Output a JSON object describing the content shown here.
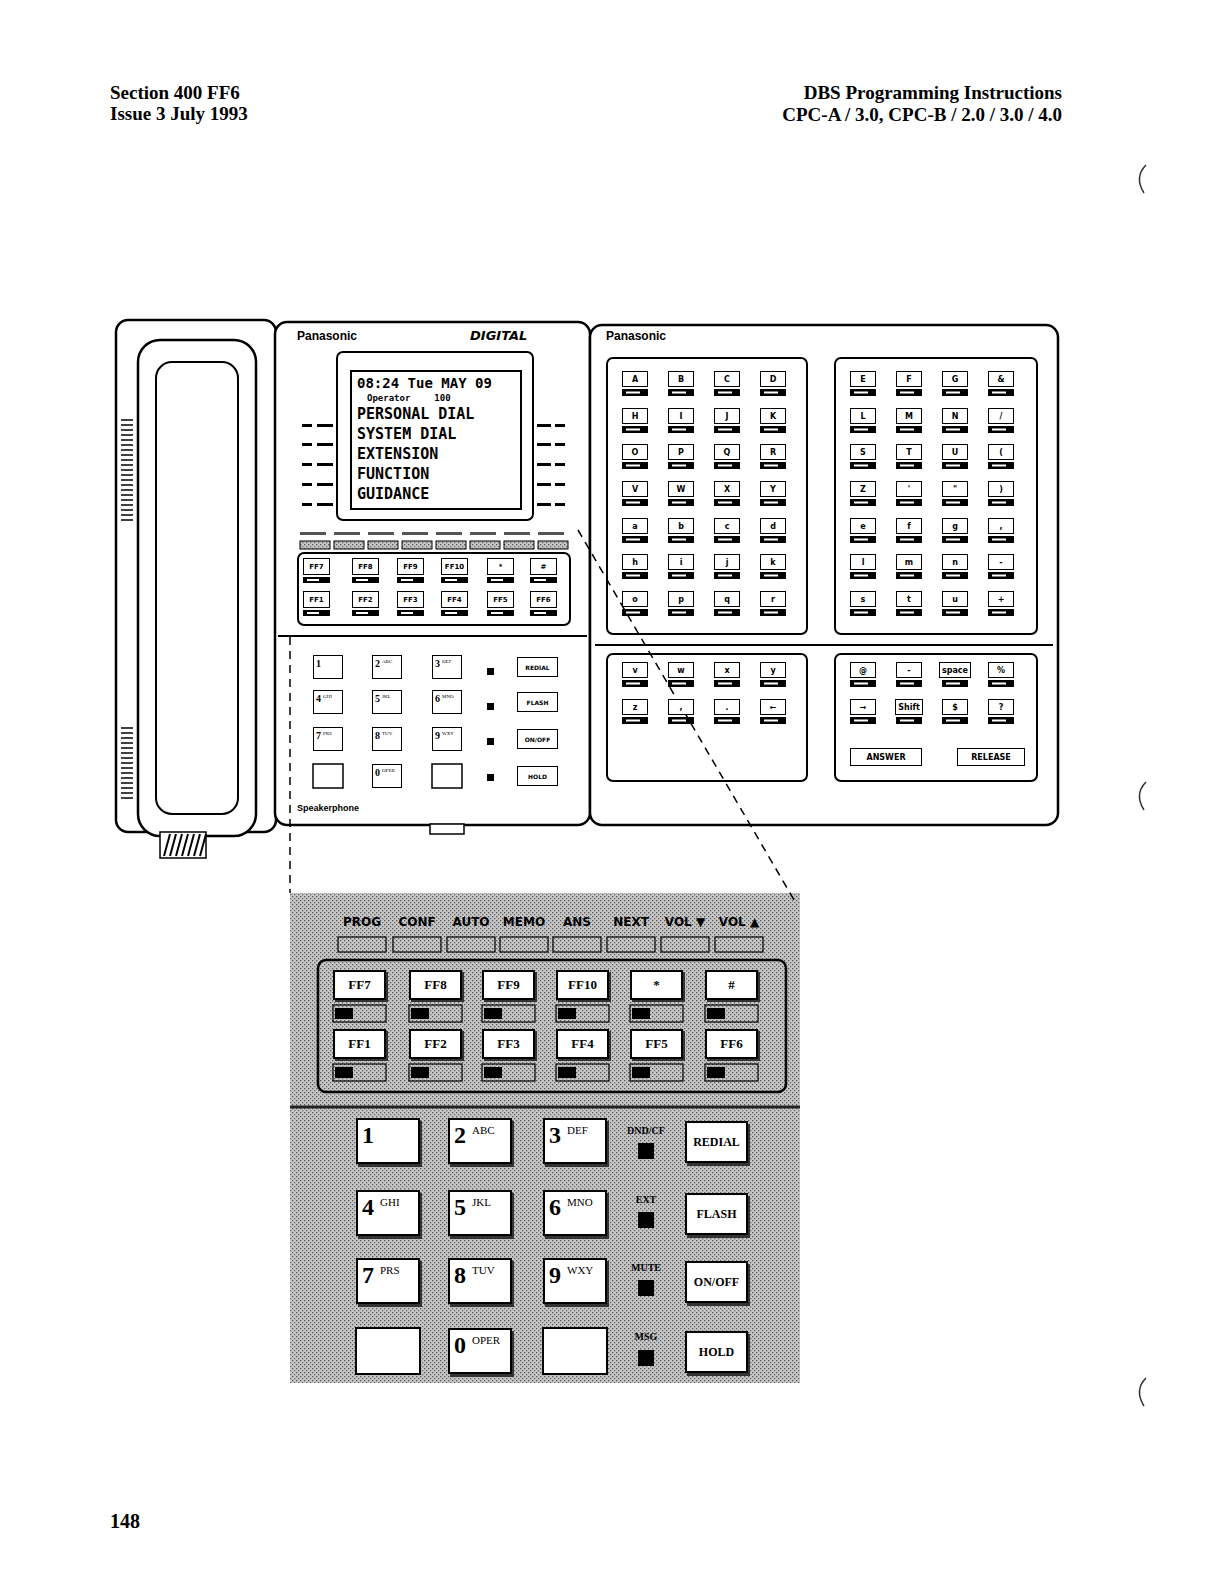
{
  "diagram": {
    "nodes": [
      {
        "text": [
          "08:24 Tue MAY 09",
          "Operator",
          "100",
          "PERSONAL DIAL",
          "SYSTEM DIAL",
          "EXTENSION",
          "FUNCTION",
          "GUIDANCE"
        ]
      },
      {
        "text": [
          "FF7"
        ]
      },
      {
        "text": [
          "FF8"
        ]
      },
      {
        "text": [
          "FF9"
        ]
      },
      {
        "text": [
          "FF10"
        ]
      },
      {
        "text": [
          "*"
        ]
      },
      {
        "text": [
          "#"
        ]
      },
      {
        "text": [
          "FF1"
        ]
      },
      {
        "text": [
          "FF2"
        ]
      },
      {
        "text": [
          "FF3"
        ]
      },
      {
        "text": [
          "FF4"
        ]
      },
      {
        "text": [
          "FF5"
        ]
      },
      {
        "text": [
          "FF6"
        ]
      },
      {
        "text": [
          "1"
        ]
      },
      {
        "text": [
          "2",
          "ABC"
        ]
      },
      {
        "text": [
          "3",
          "DEF"
        ]
      },
      {
        "text": [
          "REDIAL"
        ]
      },
      {
        "text": [
          "4",
          "GHI"
        ]
      },
      {
        "text": [
          "5",
          "JKL"
        ]
      },
      {
        "text": [
          "6",
          "MNO"
        ]
      },
      {
        "text": [
          "FLASH"
        ]
      },
      {
        "text": [
          "7",
          "PRS"
        ]
      },
      {
        "text": [
          "8",
          "TUV"
        ]
      },
      {
        "text": [
          "9",
          "WXY"
        ]
      },
      {
        "text": [
          "ON/OFF"
        ]
      },
      {
        "text": [
          "0",
          "OPER"
        ]
      },
      {
        "text": [
          "HOLD"
        ]
      },
      {
        "text": [
          "A"
        ]
      },
      {
        "text": [
          "B"
        ]
      },
      {
        "text": [
          "C"
        ]
      },
      {
        "text": [
          "D"
        ]
      },
      {
        "text": [
          "H"
        ]
      },
      {
        "text": [
          "I"
        ]
      },
      {
        "text": [
          "J"
        ]
      },
      {
        "text": [
          "K"
        ]
      },
      {
        "text": [
          "O"
        ]
      },
      {
        "text": [
          "P"
        ]
      },
      {
        "text": [
          "Q"
        ]
      },
      {
        "text": [
          "R"
        ]
      },
      {
        "text": [
          "V"
        ]
      },
      {
        "text": [
          "W"
        ]
      },
      {
        "text": [
          "X"
        ]
      },
      {
        "text": [
          "Y"
        ]
      },
      {
        "text": [
          "a"
        ]
      },
      {
        "text": [
          "b"
        ]
      },
      {
        "text": [
          "c"
        ]
      },
      {
        "text": [
          "d"
        ]
      },
      {
        "text": [
          "h"
        ]
      },
      {
        "text": [
          "i"
        ]
      },
      {
        "text": [
          "j"
        ]
      },
      {
        "text": [
          "k"
        ]
      },
      {
        "text": [
          "o"
        ]
      },
      {
        "text": [
          "p"
        ]
      },
      {
        "text": [
          "q"
        ]
      },
      {
        "text": [
          "r"
        ]
      },
      {
        "text": [
          "E"
        ]
      },
      {
        "text": [
          "F"
        ]
      },
      {
        "text": [
          "G"
        ]
      },
      {
        "text": [
          "&"
        ]
      },
      {
        "text": [
          "L"
        ]
      },
      {
        "text": [
          "M"
        ]
      },
      {
        "text": [
          "N"
        ]
      },
      {
        "text": [
          "/"
        ]
      },
      {
        "text": [
          "S"
        ]
      },
      {
        "text": [
          "T"
        ]
      },
      {
        "text": [
          "U"
        ]
      },
      {
        "text": [
          "("
        ]
      },
      {
        "text": [
          "Z"
        ]
      },
      {
        "text": [
          "'"
        ]
      },
      {
        "text": [
          "\""
        ]
      },
      {
        "text": [
          ")"
        ]
      },
      {
        "text": [
          "e"
        ]
      },
      {
        "text": [
          "f"
        ]
      },
      {
        "text": [
          "g"
        ]
      },
      {
        "text": [
          ","
        ]
      },
      {
        "text": [
          "l"
        ]
      },
      {
        "text": [
          "m"
        ]
      },
      {
        "text": [
          "n"
        ]
      },
      {
        "text": [
          "-"
        ]
      },
      {
        "text": [
          "s"
        ]
      },
      {
        "text": [
          "t"
        ]
      },
      {
        "text": [
          "u"
        ]
      },
      {
        "text": [
          "+"
        ]
      },
      {
        "text": [
          "v"
        ]
      },
      {
        "text": [
          "w"
        ]
      },
      {
        "text": [
          "x"
        ]
      },
      {
        "text": [
          "y"
        ]
      },
      {
        "text": [
          "z"
        ]
      },
      {
        "text": [
          ","
        ]
      },
      {
        "text": [
          "."
        ]
      },
      {
        "text": [
          "←"
        ]
      },
      {
        "text": [
          "@"
        ]
      },
      {
        "text": [
          "-"
        ]
      },
      {
        "text": [
          "space"
        ]
      },
      {
        "text": [
          "%"
        ]
      },
      {
        "text": [
          "→"
        ]
      },
      {
        "text": [
          "Shift"
        ]
      },
      {
        "text": [
          "$"
        ]
      },
      {
        "text": [
          "?"
        ]
      },
      {
        "text": [
          "ANSWER"
        ]
      },
      {
        "text": [
          "RELEASE"
        ]
      },
      {
        "text": [
          "FF7"
        ]
      },
      {
        "text": [
          "FF8"
        ]
      },
      {
        "text": [
          "FF9"
        ]
      },
      {
        "text": [
          "FF10"
        ]
      },
      {
        "text": [
          "*"
        ]
      },
      {
        "text": [
          "#"
        ]
      },
      {
        "text": [
          "FF1"
        ]
      },
      {
        "text": [
          "FF2"
        ]
      },
      {
        "text": [
          "FF3"
        ]
      },
      {
        "text": [
          "FF4"
        ]
      },
      {
        "text": [
          "FF5"
        ]
      },
      {
        "text": [
          "FF6"
        ]
      },
      {
        "text": [
          "1"
        ]
      },
      {
        "text": [
          "2",
          "ABC"
        ]
      },
      {
        "text": [
          "3",
          "DEF"
        ]
      },
      {
        "text": [
          "REDIAL"
        ]
      },
      {
        "text": [
          "4",
          "GHI"
        ]
      },
      {
        "text": [
          "5",
          "JKL"
        ]
      },
      {
        "text": [
          "6",
          "MNO"
        ]
      },
      {
        "text": [
          "FLASH"
        ]
      },
      {
        "text": [
          "7",
          "PRS"
        ]
      },
      {
        "text": [
          "8",
          "TUV"
        ]
      },
      {
        "text": [
          "9",
          "WXY"
        ]
      },
      {
        "text": [
          "ON/OFF"
        ]
      },
      {
        "text": [
          "0",
          "OPER"
        ]
      },
      {
        "text": [
          "HOLD"
        ]
      }
    ],
    "labels": [
      "Section 400 FF6",
      "Issue 3 July 1993",
      "DBS Programming Instructions",
      "CPC-A / 3.0, CPC-B / 2.0 / 3.0 / 4.0",
      "Panasonic",
      "DIGITAL",
      "Panasonic",
      "Speakerphone",
      "PROG",
      "CONF",
      "AUTO",
      "MEMO",
      "ANS",
      "NEXT",
      "VOL ▼",
      "VOL ▲",
      "DND/CF",
      "EXT",
      "MUTE",
      "MSG",
      "148"
    ]
  }
}
